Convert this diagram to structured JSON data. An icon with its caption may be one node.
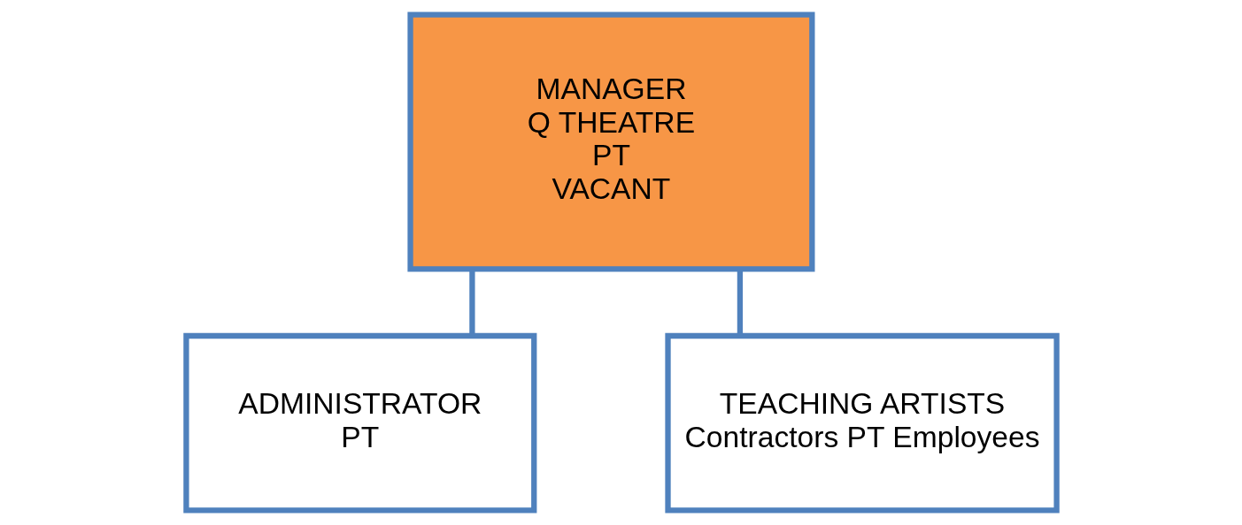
{
  "diagram": {
    "nodes": [
      {
        "text": [
          "MANAGER",
          "Q THEATRE",
          "PT",
          "VACANT"
        ]
      },
      {
        "text": [
          "ADMINISTRATOR",
          "PT"
        ]
      },
      {
        "text": [
          "TEACHING ARTISTS",
          "Contractors PT Employees"
        ]
      }
    ],
    "edges": [
      {
        "from": 0,
        "to": 1,
        "arrow": "none"
      },
      {
        "from": 0,
        "to": 2,
        "arrow": "none"
      }
    ]
  }
}
